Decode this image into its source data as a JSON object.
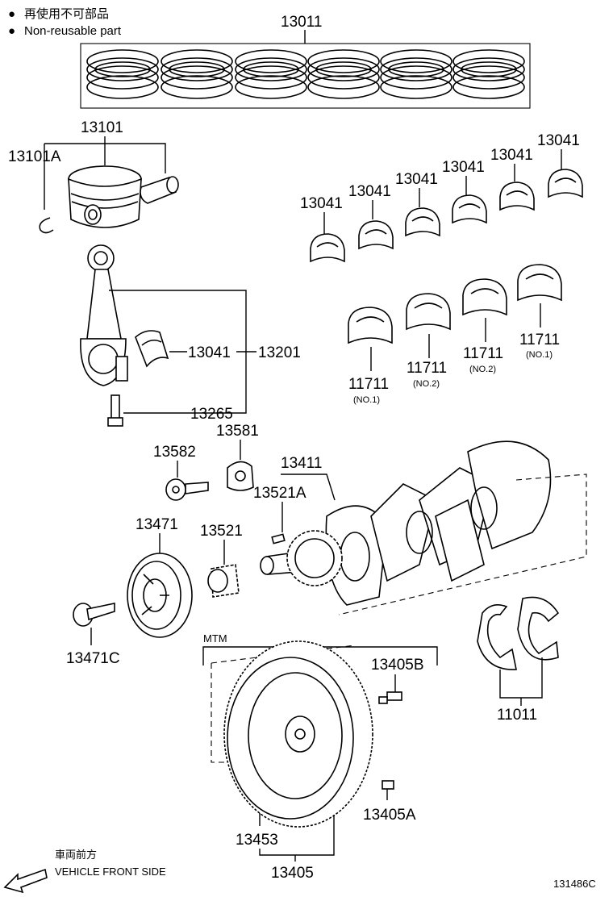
{
  "legend": {
    "bullet": "●",
    "line1": "再使用不可部品",
    "line2": "Non-reusable part"
  },
  "parts": {
    "p13011": "13011",
    "p13101": "13101",
    "p13101A": "13101A",
    "p13041": "13041",
    "p13201": "13201",
    "p13265": "13265",
    "p11711": "11711",
    "p13581": "13581",
    "p13582": "13582",
    "p13411": "13411",
    "p13521A": "13521A",
    "p13471": "13471",
    "p13521": "13521",
    "p13471C": "13471C",
    "p11011": "11011",
    "p13405B": "13405B",
    "p13405A": "13405A",
    "p13453": "13453",
    "p13405": "13405"
  },
  "sublabels": {
    "no1": "(NO.1)",
    "no2": "(NO.2)"
  },
  "notes": {
    "mtm": "MTM",
    "front_jp": "車両前方",
    "front_en": "VEHICLE FRONT SIDE",
    "diagram_id": "131486C"
  }
}
